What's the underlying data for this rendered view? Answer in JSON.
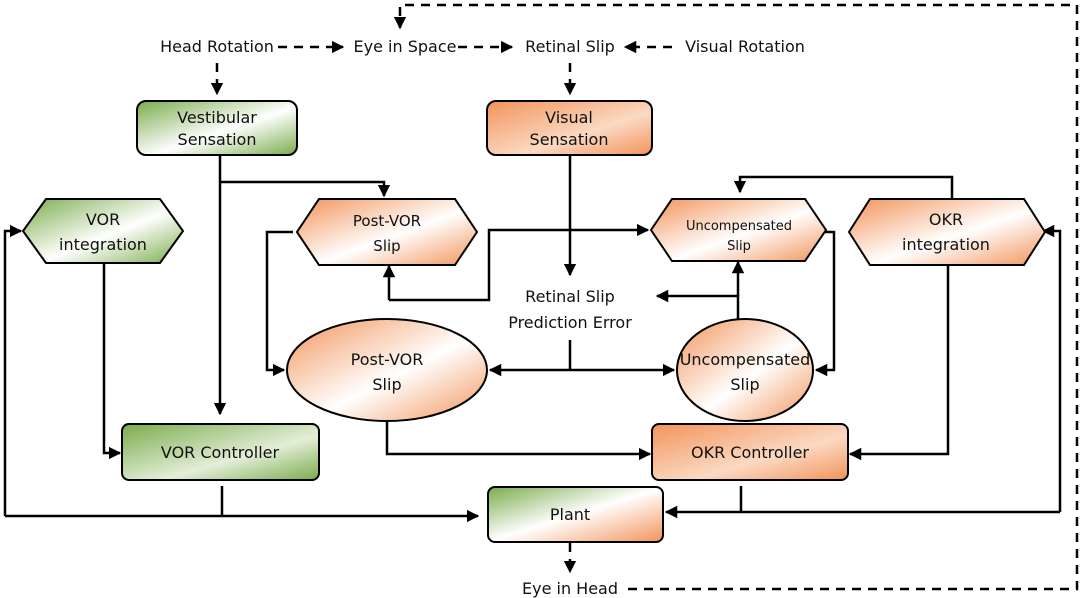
{
  "signals": {
    "head_rotation": "Head Rotation",
    "eye_in_space": "Eye in Space",
    "retinal_slip": "Retinal Slip",
    "visual_rotation": "Visual Rotation",
    "eye_in_head": "Eye in Head",
    "prediction_error_line1": "Retinal Slip",
    "prediction_error_line2": "Prediction Error"
  },
  "nodes": {
    "vestibular_sensation": {
      "line1": "Vestibular",
      "line2": "Sensation"
    },
    "visual_sensation": {
      "line1": "Visual",
      "line2": "Sensation"
    },
    "vor_integration": {
      "line1": "VOR",
      "line2": "integration"
    },
    "okr_integration": {
      "line1": "OKR",
      "line2": "integration"
    },
    "post_vor_slip_hex": {
      "line1": "Post-VOR",
      "line2": "Slip"
    },
    "uncompensated_slip_hex": {
      "line1": "Uncompensated",
      "line2": "Slip"
    },
    "post_vor_slip_ellipse": {
      "line1": "Post-VOR",
      "line2": "Slip"
    },
    "uncompensated_slip_ellipse": {
      "line1": "Uncompensated",
      "line2": "Slip"
    },
    "vor_controller": {
      "label": "VOR Controller"
    },
    "okr_controller": {
      "label": "OKR Controller"
    },
    "plant": {
      "label": "Plant"
    }
  },
  "colors": {
    "green": "#7aab4b",
    "orange": "#f2935a",
    "white": "#ffffff",
    "line": "#000000"
  }
}
